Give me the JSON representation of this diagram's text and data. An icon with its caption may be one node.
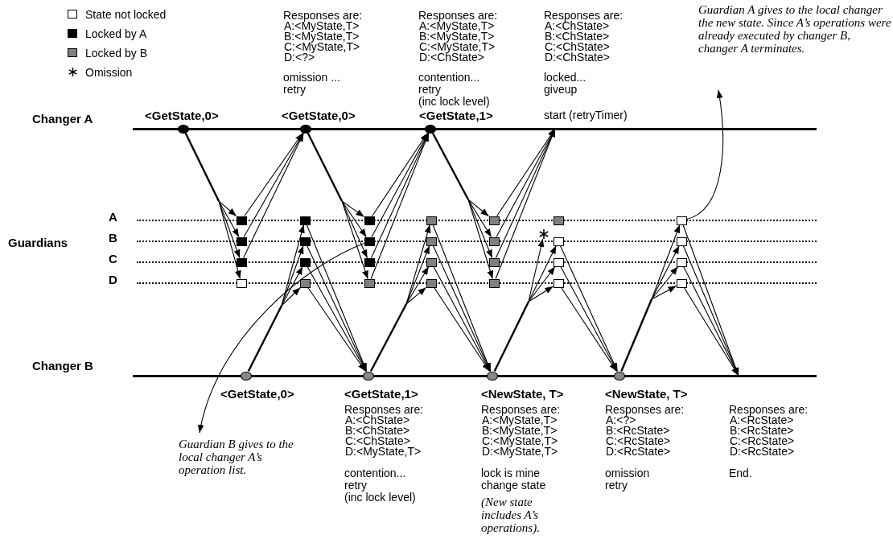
{
  "diagram": {
    "nodes": [
      {
        "text": [
          "Changer A"
        ]
      },
      {
        "text": [
          "Changer B"
        ]
      },
      {
        "text": [],
        "shape": "circle",
        "beside": [
          "<GetState,0>"
        ]
      },
      {
        "text": [],
        "shape": "circle",
        "beside": [
          "<GetState,0>"
        ]
      },
      {
        "text": [],
        "shape": "circle",
        "beside": [
          "<GetState,1>"
        ]
      },
      {
        "text": [],
        "shape": "circle",
        "beside": [
          "<GetState,0>"
        ]
      },
      {
        "text": [],
        "shape": "circle",
        "beside": [
          "<GetState,1>"
        ]
      },
      {
        "text": [],
        "shape": "circle",
        "beside": [
          "<NewState, T>"
        ]
      },
      {
        "text": [],
        "shape": "circle",
        "beside": [
          "<NewState, T>"
        ]
      },
      {
        "text": [],
        "shape": "box"
      },
      {
        "text": [],
        "shape": "box"
      },
      {
        "text": [],
        "shape": "box"
      },
      {
        "text": [],
        "shape": "box"
      },
      {
        "text": [],
        "shape": "box"
      },
      {
        "text": [],
        "shape": "box"
      },
      {
        "text": [],
        "shape": "box"
      },
      {
        "text": [],
        "shape": "box"
      },
      {
        "text": [],
        "shape": "box"
      },
      {
        "text": [],
        "shape": "box"
      },
      {
        "text": [],
        "shape": "box"
      },
      {
        "text": [],
        "shape": "box"
      },
      {
        "text": [],
        "shape": "box"
      },
      {
        "text": [],
        "shape": "box"
      },
      {
        "text": [],
        "shape": "box"
      },
      {
        "text": [],
        "shape": "box"
      },
      {
        "text": [],
        "shape": "box"
      },
      {
        "text": [],
        "shape": "box"
      },
      {
        "text": [],
        "shape": "box"
      },
      {
        "text": [],
        "shape": "box"
      },
      {
        "text": [],
        "shape": "box"
      },
      {
        "text": [],
        "shape": "star"
      },
      {
        "text": [],
        "shape": "box"
      },
      {
        "text": [],
        "shape": "box"
      },
      {
        "text": [],
        "shape": "box"
      },
      {
        "text": [],
        "shape": "box"
      },
      {
        "text": [],
        "shape": "box"
      },
      {
        "text": [],
        "shape": "box"
      },
      {
        "text": [],
        "shape": "box"
      },
      {
        "text": [
          "Guardian A gives to the local changer the new state. Since A’s operations were already executed by changer B, changer A terminates."
        ]
      },
      {
        "text": [
          "Guardian B gives to the local changer A’s operation list."
        ]
      }
    ],
    "edges": [
      {
        "from": 2,
        "to": 9,
        "arrow": "to"
      },
      {
        "from": 2,
        "to": 10,
        "arrow": "to"
      },
      {
        "from": 2,
        "to": 11,
        "arrow": "to"
      },
      {
        "from": 2,
        "to": 12,
        "arrow": "to"
      },
      {
        "from": 9,
        "to": 3,
        "arrow": "to"
      },
      {
        "from": 10,
        "to": 3,
        "arrow": "to"
      },
      {
        "from": 11,
        "to": 3,
        "arrow": "to"
      },
      {
        "from": 5,
        "to": 13,
        "arrow": "to"
      },
      {
        "from": 5,
        "to": 14,
        "arrow": "to"
      },
      {
        "from": 5,
        "to": 15,
        "arrow": "to"
      },
      {
        "from": 5,
        "to": 16,
        "arrow": "to"
      },
      {
        "from": 13,
        "to": 6,
        "arrow": "to"
      },
      {
        "from": 14,
        "to": 6,
        "arrow": "to"
      },
      {
        "from": 15,
        "to": 6,
        "arrow": "to"
      },
      {
        "from": 16,
        "to": 6,
        "arrow": "to"
      },
      {
        "from": 3,
        "to": 17,
        "arrow": "to"
      },
      {
        "from": 3,
        "to": 18,
        "arrow": "to"
      },
      {
        "from": 3,
        "to": 19,
        "arrow": "to"
      },
      {
        "from": 3,
        "to": 20,
        "arrow": "to"
      },
      {
        "from": 17,
        "to": 4,
        "arrow": "to"
      },
      {
        "from": 18,
        "to": 4,
        "arrow": "to"
      },
      {
        "from": 19,
        "to": 4,
        "arrow": "to"
      },
      {
        "from": 20,
        "to": 4,
        "arrow": "to"
      },
      {
        "from": 6,
        "to": 21,
        "arrow": "to"
      },
      {
        "from": 6,
        "to": 22,
        "arrow": "to"
      },
      {
        "from": 6,
        "to": 23,
        "arrow": "to"
      },
      {
        "from": 6,
        "to": 24,
        "arrow": "to"
      },
      {
        "from": 21,
        "to": 7,
        "arrow": "to"
      },
      {
        "from": 22,
        "to": 7,
        "arrow": "to"
      },
      {
        "from": 23,
        "to": 7,
        "arrow": "to"
      },
      {
        "from": 24,
        "to": 7,
        "arrow": "to"
      },
      {
        "from": 4,
        "to": 25,
        "arrow": "to"
      },
      {
        "from": 4,
        "to": 26,
        "arrow": "to"
      },
      {
        "from": 4,
        "to": 27,
        "arrow": "to"
      },
      {
        "from": 4,
        "to": 28,
        "arrow": "to"
      },
      {
        "from": 25,
        "to": 0,
        "arrow": "to"
      },
      {
        "from": 26,
        "to": 0,
        "arrow": "to"
      },
      {
        "from": 27,
        "to": 0,
        "arrow": "to"
      },
      {
        "from": 28,
        "to": 0,
        "arrow": "to"
      },
      {
        "from": 7,
        "to": 30,
        "arrow": "to"
      },
      {
        "from": 7,
        "to": 31,
        "arrow": "to"
      },
      {
        "from": 7,
        "to": 32,
        "arrow": "to"
      },
      {
        "from": 7,
        "to": 33,
        "arrow": "to"
      },
      {
        "from": 31,
        "to": 8,
        "arrow": "to"
      },
      {
        "from": 32,
        "to": 8,
        "arrow": "to"
      },
      {
        "from": 33,
        "to": 8,
        "arrow": "to"
      },
      {
        "from": 8,
        "to": 34,
        "arrow": "to"
      },
      {
        "from": 8,
        "to": 35,
        "arrow": "to"
      },
      {
        "from": 8,
        "to": 36,
        "arrow": "to"
      },
      {
        "from": 8,
        "to": 37,
        "arrow": "to"
      },
      {
        "from": 34,
        "to": 1,
        "arrow": "to"
      },
      {
        "from": 35,
        "to": 1,
        "arrow": "to"
      },
      {
        "from": 36,
        "to": 1,
        "arrow": "to"
      },
      {
        "from": 37,
        "to": 1,
        "arrow": "to"
      },
      {
        "from": 34,
        "to": 38,
        "arrow": "to"
      },
      {
        "from": 18,
        "to": 39,
        "arrow": "to"
      }
    ],
    "labels": [
      "Responses are:",
      "A:<MyState,T>",
      "B:<MyState,T>",
      "C:<MyState,T>",
      "D:<?>",
      "omission ...",
      "retry",
      "Responses are:",
      "A:<MyState,T>",
      "B:<MyState,T>",
      "C:<MyState,T>",
      "D:<ChState>",
      "contention...",
      "retry",
      "(inc lock level)",
      "Responses are:",
      "A:<ChState>",
      "B:<ChState>",
      "C:<ChState>",
      "D:<ChState>",
      "locked...",
      "giveup",
      "start (retryTimer)",
      "Guardians",
      "A",
      "B",
      "C",
      "D",
      "Responses are:",
      "A:<ChState>",
      "B:<ChState>",
      "C:<ChState>",
      "D:<MyState,T>",
      "contention...",
      "retry",
      "(inc lock level)",
      "Responses are:",
      "A:<MyState,T>",
      "B:<MyState,T>",
      "C:<MyState,T>",
      "D:<MyState,T>",
      "lock is mine",
      "change state",
      "(New state includes A’s operations).",
      "Responses are:",
      "A:<?>",
      "B:<RcState>",
      "C:<RcState>",
      "D:<RcState>",
      "omission",
      "retry",
      "Responses are:",
      "A:<RcState>",
      "B:<RcState>",
      "C:<RcState>",
      "D:<RcState>",
      "End."
    ],
    "legend": [
      {
        "text": "State not locked",
        "color": "#ffffff"
      },
      {
        "text": "Locked by A",
        "color": "#000000"
      },
      {
        "text": "Locked by B",
        "color": "#808080"
      },
      {
        "text": "Omission"
      }
    ]
  }
}
